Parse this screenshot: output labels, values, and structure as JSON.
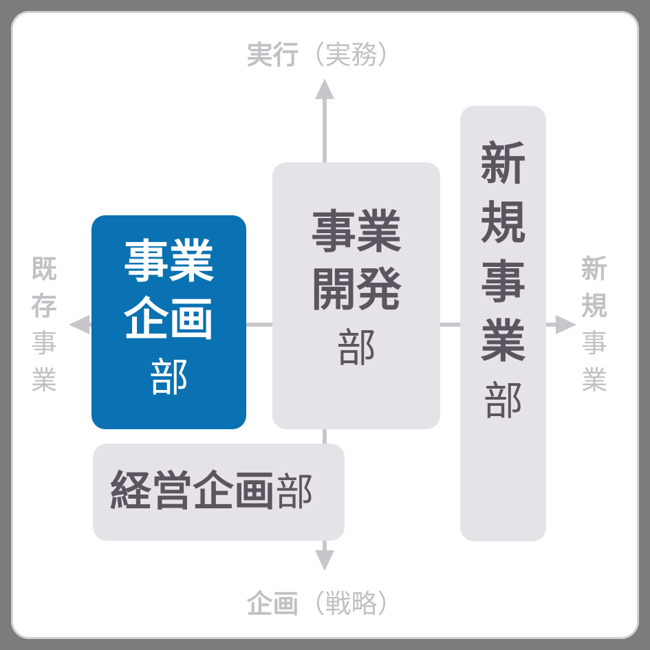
{
  "axes": {
    "top": {
      "main": "実行",
      "paren": "（実務）"
    },
    "bottom": {
      "main": "企画",
      "paren": "（戦略）"
    },
    "left": {
      "chars_bold": [
        "既",
        "存"
      ],
      "chars_light": [
        "事",
        "業"
      ]
    },
    "right": {
      "chars_bold": [
        "新",
        "規"
      ],
      "chars_light": [
        "事",
        "業"
      ]
    }
  },
  "boxes": {
    "business_planning": {
      "line1": "事業",
      "line2": "企画",
      "suffix": "部"
    },
    "business_development": {
      "line1": "事業",
      "line2": "開発",
      "suffix": "部"
    },
    "new_business": {
      "chars": [
        "新",
        "規",
        "事",
        "業"
      ],
      "suffix": "部"
    },
    "corporate_planning": {
      "main": "経営企画",
      "suffix": "部"
    }
  },
  "colors": {
    "highlight": "#0a71b2",
    "box": "#e6e3e8",
    "box_text": "#5c5560",
    "axis": "#c2c0c4",
    "line": "#c9c6cb",
    "frame": "#7c7c7c"
  }
}
